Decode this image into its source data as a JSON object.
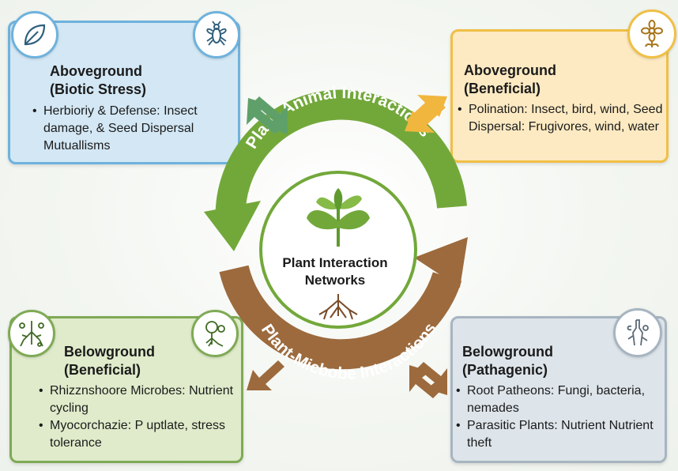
{
  "center": {
    "title_line1": "Plant Interaction",
    "title_line2": "Networks",
    "arc_top_label": "Plant-Animal Interactions",
    "arc_bottom_label": "Plant-Micbobe Interactions"
  },
  "quadrants": {
    "top_left": {
      "title_line1": "Aboveground",
      "title_line2": "(Biotic Stress)",
      "bullets": [
        "Herbioriy & Defense: Insect damage, & Seed Dispersal Mutuallisms"
      ],
      "icons": [
        "leaf-icon",
        "insect-icon"
      ],
      "color": "#6eb2dd"
    },
    "top_right": {
      "title_line1": "Aboveground",
      "title_line2": "(Beneficial)",
      "bullets": [
        "Polination: Insect, bird, wind, Seed Dispersal: Frugivores, wind, water"
      ],
      "icons": [
        "flower-icon"
      ],
      "color": "#f0bf45"
    },
    "bottom_left": {
      "title_line1": "Belowground",
      "title_line2": "(Beneficial)",
      "bullets": [
        "Rhizznshoore Microbes: Nutrient cycling",
        "Myocorchazie: P uptlate, stress tolerance"
      ],
      "icons": [
        "microbes-icon",
        "mycorrhiza-icon"
      ],
      "color": "#7faa55"
    },
    "bottom_right": {
      "title_line1": "Belowground",
      "title_line2": "(Pathagenic)",
      "bullets": [
        "Root Patheons: Fungi, bacteria, nemades",
        "Parasitic Plants: Nutrient Nutrient theft"
      ],
      "icons": [
        "root-pathogen-icon"
      ],
      "color": "#a7b5c1"
    }
  },
  "colors": {
    "green_arc": "#72a83a",
    "brown_arc": "#9c6a3d",
    "arrow_blue_green": "#5fa06a",
    "arrow_orange": "#f1b63e",
    "arrow_brown": "#9c6a3d"
  }
}
